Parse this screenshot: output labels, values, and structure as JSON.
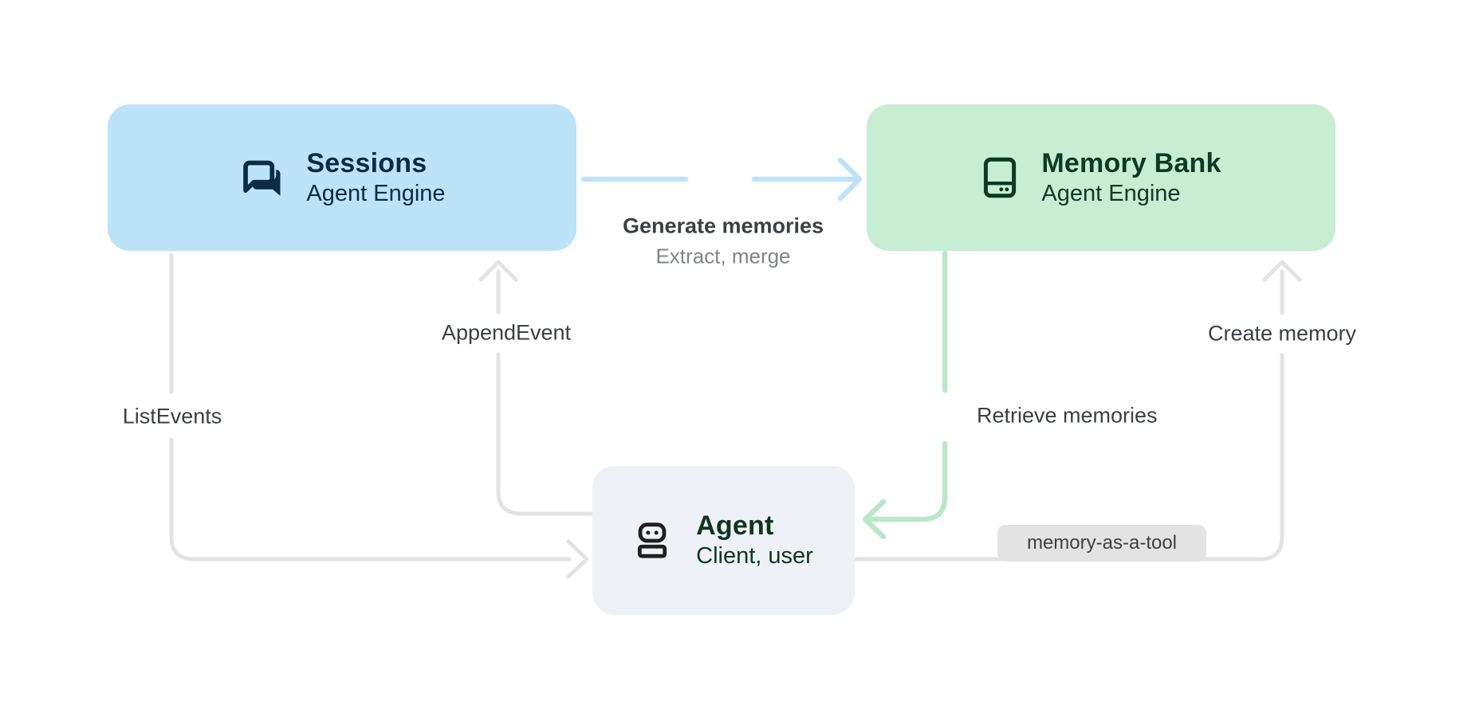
{
  "diagram": {
    "nodes": {
      "sessions": {
        "title": "Sessions",
        "subtitle": "Agent Engine",
        "icon": "forum-chat-icon"
      },
      "memory_bank": {
        "title": "Memory Bank",
        "subtitle": "Agent Engine",
        "icon": "memory-bank-storage-icon"
      },
      "agent": {
        "title": "Agent",
        "subtitle": "Client, user",
        "icon": "robot-icon"
      }
    },
    "edges": {
      "generate_memories": {
        "label": "Generate memories",
        "sublabel": "Extract, merge",
        "from": "Sessions",
        "to": "Memory Bank",
        "style": "blue",
        "decoration": "sparkle-icon"
      },
      "append_event": {
        "label": "AppendEvent",
        "from": "Agent",
        "to": "Sessions",
        "style": "gray"
      },
      "list_events": {
        "label": "ListEvents",
        "from": "Sessions",
        "to": "Agent",
        "style": "gray"
      },
      "retrieve_memories": {
        "label": "Retrieve memories",
        "from": "Memory Bank",
        "to": "Agent",
        "style": "green",
        "decoration": "sparkle-icon"
      },
      "create_memory": {
        "label": "Create memory",
        "badge": "memory-as-a-tool",
        "from": "Agent",
        "to": "Memory Bank",
        "style": "gray"
      }
    },
    "colors": {
      "background": "#ffffff",
      "sessions_fill": "#bce3f8",
      "sessions_text": "#0a2c44",
      "memory_fill": "#c7edd3",
      "memory_text": "#0e3a23",
      "agent_fill": "#eef1f5",
      "agent_text": "#113422",
      "agent_icon": "#1f1f1f",
      "gray_line": "#e3e3e3",
      "blue_line": "#bfe2f9",
      "blue_sparkle": "#abd8f6",
      "green_line": "#bbe7c9",
      "green_sparkle": "#a5e1b7",
      "label_text": "#3c4043",
      "sublabel_text": "#818589",
      "badge_fill": "#e3e3e3",
      "badge_text": "#3c4043"
    }
  }
}
